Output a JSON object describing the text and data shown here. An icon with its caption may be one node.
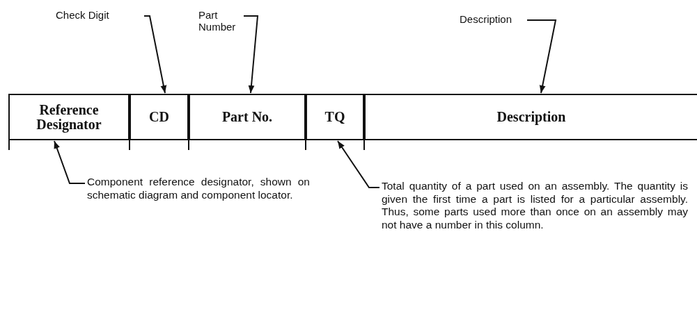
{
  "diagram": {
    "nodes": [
      {
        "text": [
          "Check Digit"
        ]
      },
      {
        "text": [
          "Part Number"
        ]
      },
      {
        "text": [
          "Description"
        ]
      },
      {
        "text": [
          "Reference Designator"
        ]
      },
      {
        "text": [
          "CD"
        ]
      },
      {
        "text": [
          "Part No."
        ]
      },
      {
        "text": [
          "TQ"
        ]
      },
      {
        "text": [
          "Description"
        ]
      },
      {
        "text": [
          "Component reference designator, shown on schematic diagram and component locator."
        ]
      },
      {
        "text": [
          "Total quantity of a part used on an assembly. The quantity is given the first time a part is listed for a particular assembly. Thus, some parts used more than once on an assembly may not have a number in this column."
        ]
      }
    ],
    "edges": [
      {
        "from": 0,
        "to": 4,
        "arrow": "to"
      },
      {
        "from": 1,
        "to": 5,
        "arrow": "to"
      },
      {
        "from": 2,
        "to": 7,
        "arrow": "to"
      },
      {
        "from": 8,
        "to": 3,
        "arrow": "to"
      },
      {
        "from": 9,
        "to": 6,
        "arrow": "to"
      }
    ]
  }
}
